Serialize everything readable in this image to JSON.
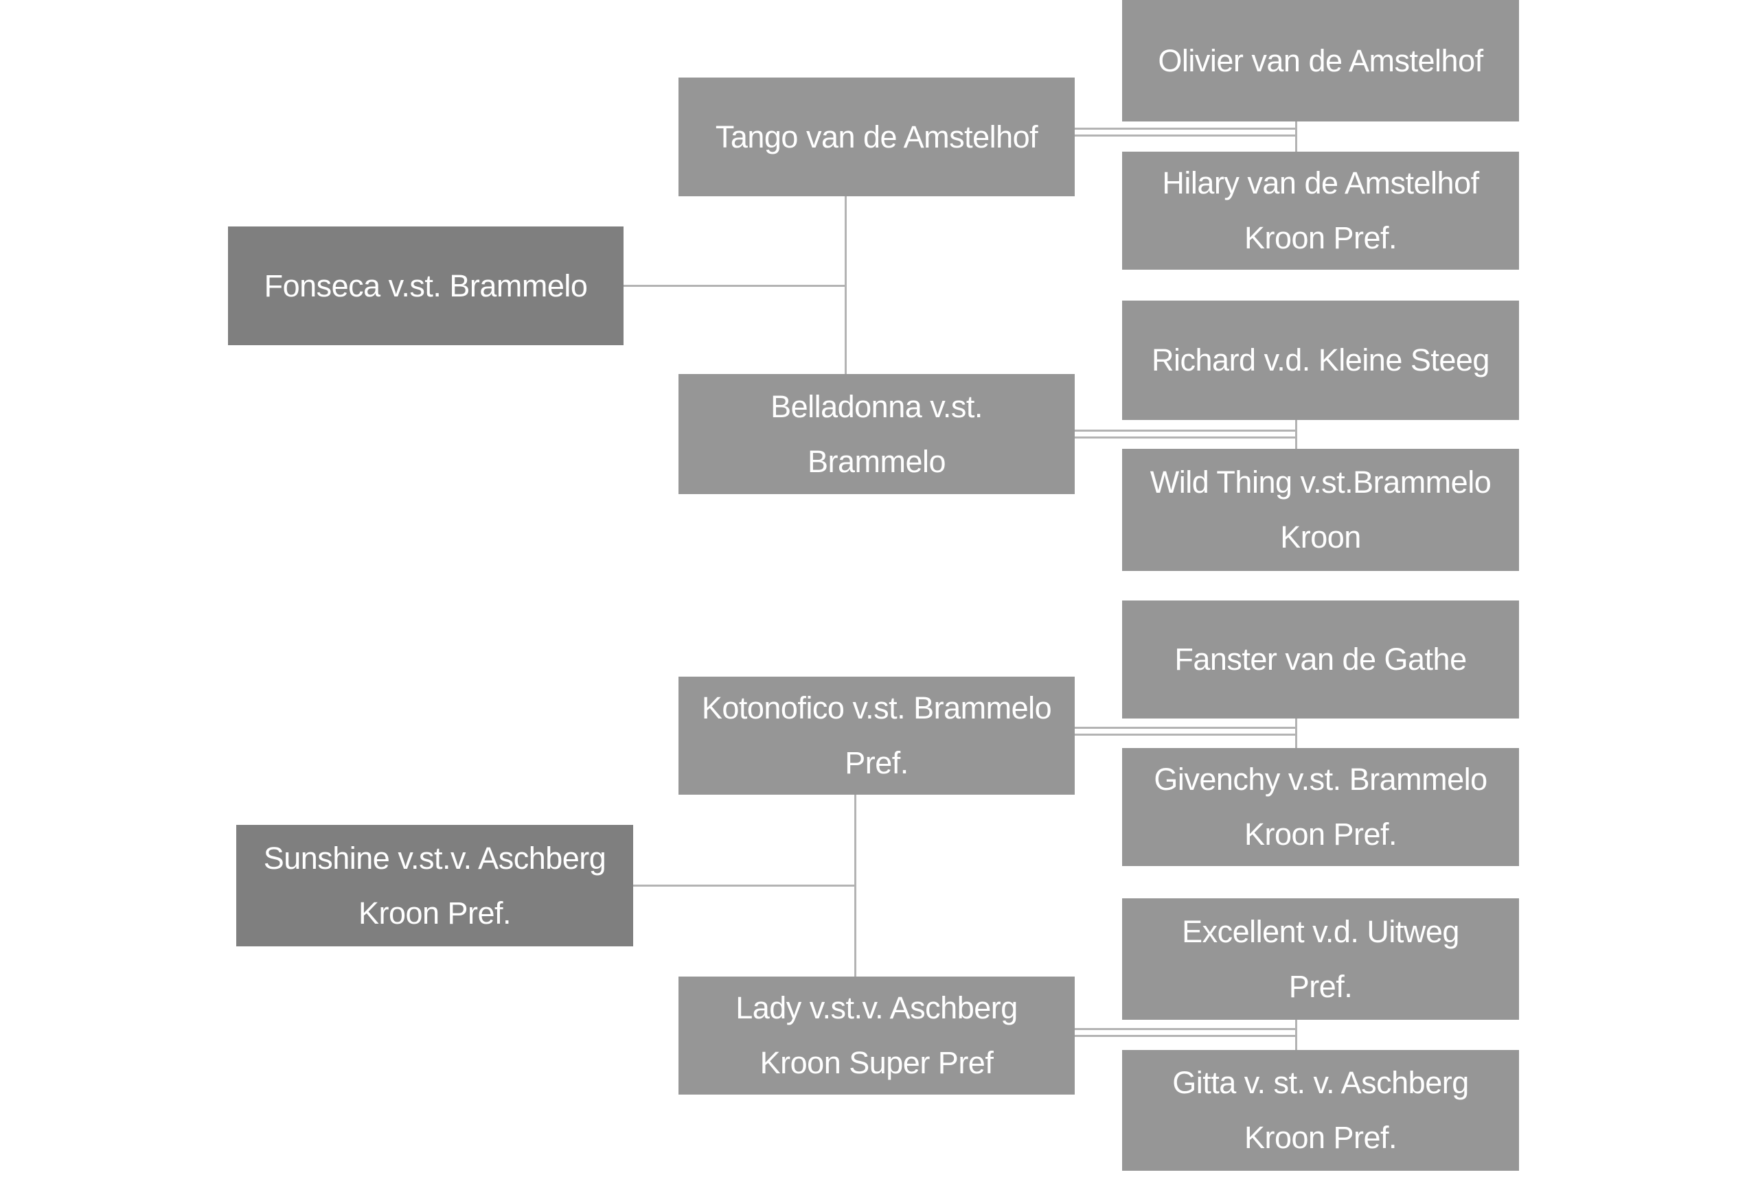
{
  "diagram": {
    "type": "pedigree-tree",
    "background": "#ffffff",
    "box_text_color": "#ffffff",
    "level1_fill": "#7f7f7f",
    "level2_fill": "#969696",
    "level3_fill": "#969696",
    "connector_color": "#b3b3b3",
    "connector_style_generation1": "single",
    "connector_style_generation2": "double"
  },
  "nodes": [
    {
      "id": "fonseca",
      "level": 1,
      "parent": null,
      "lines": [
        "Fonseca v.st. Brammelo"
      ]
    },
    {
      "id": "sunshine",
      "level": 1,
      "parent": null,
      "lines": [
        "Sunshine v.st.v. Aschberg",
        "Kroon Pref."
      ]
    },
    {
      "id": "tango",
      "level": 2,
      "parent": "fonseca",
      "lines": [
        "Tango van de Amstelhof"
      ]
    },
    {
      "id": "belladonna",
      "level": 2,
      "parent": "fonseca",
      "lines": [
        "Belladonna v.st.",
        "Brammelo"
      ]
    },
    {
      "id": "kotonofico",
      "level": 2,
      "parent": "sunshine",
      "lines": [
        "Kotonofico v.st. Brammelo",
        "Pref."
      ]
    },
    {
      "id": "lady",
      "level": 2,
      "parent": "sunshine",
      "lines": [
        "Lady v.st.v. Aschberg",
        "Kroon Super Pref"
      ]
    },
    {
      "id": "olivier",
      "level": 3,
      "parent": "tango",
      "lines": [
        "Olivier van de Amstelhof"
      ]
    },
    {
      "id": "hilary",
      "level": 3,
      "parent": "tango",
      "lines": [
        "Hilary van de Amstelhof",
        "Kroon Pref."
      ]
    },
    {
      "id": "richard",
      "level": 3,
      "parent": "belladonna",
      "lines": [
        "Richard v.d. Kleine Steeg"
      ]
    },
    {
      "id": "wildthing",
      "level": 3,
      "parent": "belladonna",
      "lines": [
        "Wild Thing v.st.Brammelo",
        "Kroon"
      ]
    },
    {
      "id": "fanster",
      "level": 3,
      "parent": "kotonofico",
      "lines": [
        "Fanster van de Gathe"
      ]
    },
    {
      "id": "givenchy",
      "level": 3,
      "parent": "kotonofico",
      "lines": [
        "Givenchy v.st. Brammelo",
        "Kroon Pref."
      ]
    },
    {
      "id": "excellent",
      "level": 3,
      "parent": "lady",
      "lines": [
        "Excellent v.d. Uitweg",
        "Pref."
      ]
    },
    {
      "id": "gitta",
      "level": 3,
      "parent": "lady",
      "lines": [
        "Gitta v. st. v. Aschberg",
        "Kroon Pref."
      ]
    }
  ]
}
